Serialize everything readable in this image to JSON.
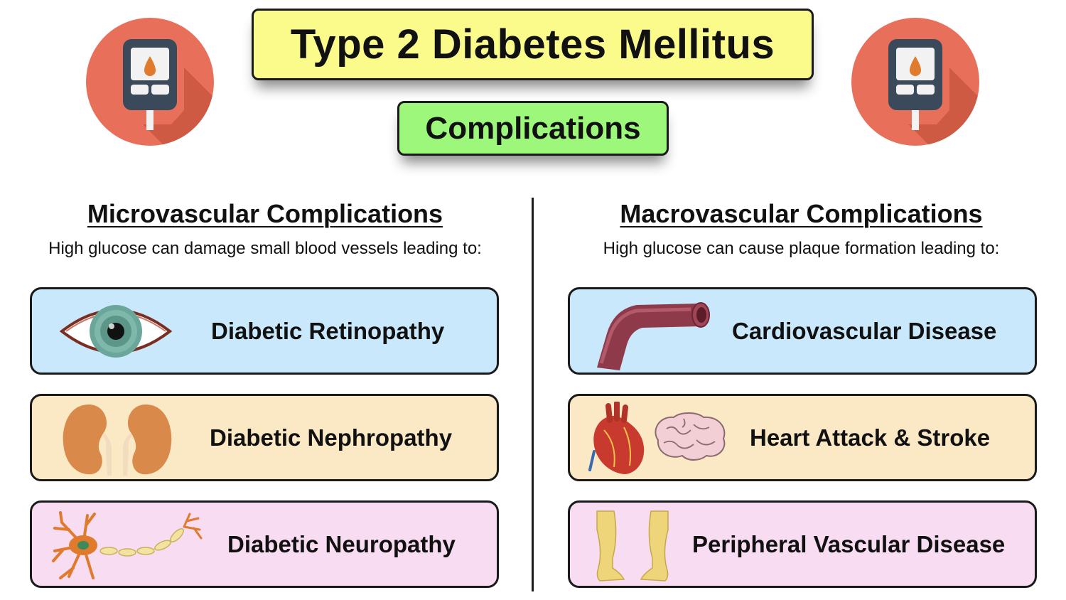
{
  "title": "Type 2 Diabetes Mellitus",
  "subtitle": "Complications",
  "microvascular": {
    "heading": "Microvascular Complications",
    "description": "High glucose can damage small blood vessels leading to:",
    "items": [
      {
        "label": "Diabetic Retinopathy",
        "icon": "eye-icon"
      },
      {
        "label": "Diabetic Nephropathy",
        "icon": "kidneys-icon"
      },
      {
        "label": "Diabetic Neuropathy",
        "icon": "neuron-icon"
      }
    ]
  },
  "macrovascular": {
    "heading": "Macrovascular Complications",
    "description": "High glucose can cause plaque formation leading to:",
    "items": [
      {
        "label": "Cardiovascular Disease",
        "icon": "blood-vessel-icon"
      },
      {
        "label": "Heart Attack & Stroke",
        "icon": "heart-brain-icon"
      },
      {
        "label": "Peripheral Vascular Disease",
        "icon": "legs-icon"
      }
    ]
  },
  "colors": {
    "title_bg": "#fbfb8c",
    "subtitle_bg": "#9cf77a",
    "card_blue": "#c9e8fb",
    "card_tan": "#fbe8c4",
    "card_pink": "#f8dcf2",
    "meter_circle": "#e8705a"
  }
}
